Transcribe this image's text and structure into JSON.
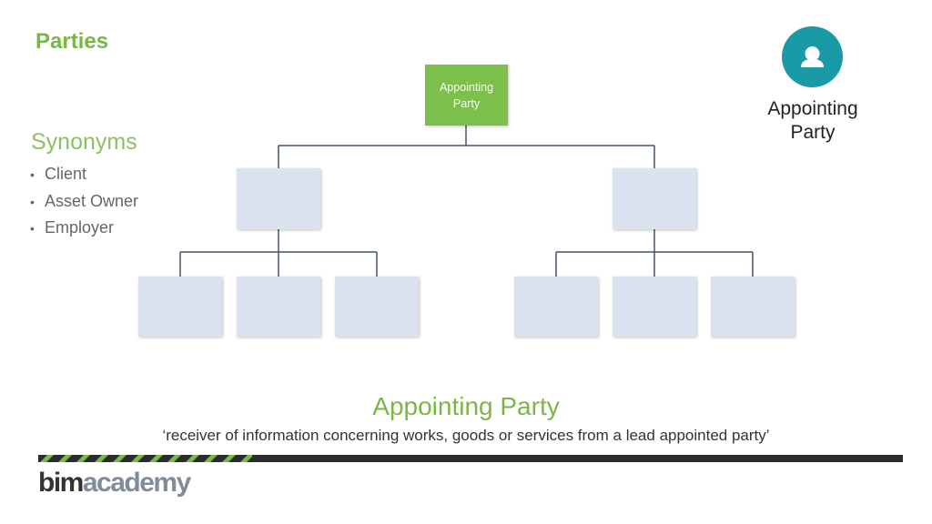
{
  "header": {
    "title": "Parties"
  },
  "synonyms": {
    "heading": "Synonyms",
    "bullet": "•",
    "items": [
      "Client",
      "Asset Owner",
      "Employer"
    ]
  },
  "avatar": {
    "icon": "person-icon",
    "label_line1": "Appointing",
    "label_line2": "Party"
  },
  "diagram": {
    "root_line1": "Appointing",
    "root_line2": "Party",
    "colors": {
      "root": "#7cbf4a",
      "child": "#dbe3f0",
      "line": "#44546a"
    }
  },
  "definition": {
    "term": "Appointing Party",
    "text": "‘receiver of information concerning works, goods or services from a lead appointed party’"
  },
  "footer": {
    "logo_part1": "bim",
    "logo_part2": "academy"
  },
  "colors": {
    "accent_green": "#7ab648",
    "teal": "#1a9aa6",
    "stripe_dark": "#2b2b2b"
  }
}
